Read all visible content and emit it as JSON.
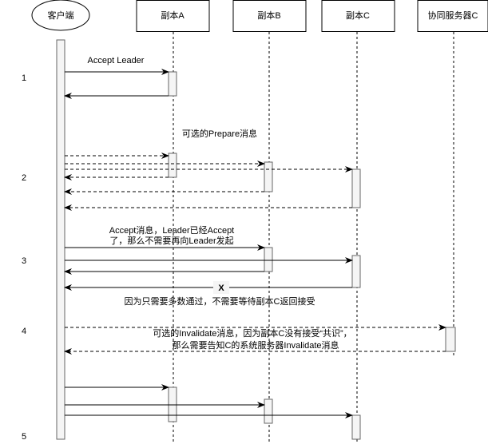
{
  "participants": [
    {
      "id": "client",
      "label": "客户端",
      "shape": "ellipse"
    },
    {
      "id": "A",
      "label": "副本A",
      "shape": "box"
    },
    {
      "id": "B",
      "label": "副本B",
      "shape": "box"
    },
    {
      "id": "C",
      "label": "副本C",
      "shape": "box"
    },
    {
      "id": "S",
      "label": "协同服务器C",
      "shape": "box"
    }
  ],
  "steps": [
    "1",
    "2",
    "3",
    "4",
    "5"
  ],
  "labels": {
    "accept_leader": "Accept Leader",
    "prepare": "可选的Prepare消息",
    "accept_line1": "Accept消息，Leader已经Accept",
    "accept_line2": "了，那么不需要再向Leader发起",
    "x_mark": "X",
    "majority": "因为只需要多数通过，不需要等待副本C返回接受",
    "invalidate_line1": "可选的Invalidate消息，因为副本C没有接受“共识”，",
    "invalidate_line2": "那么需要告知C的系统服务器Invalidate消息"
  },
  "colors": {
    "line": "#000000",
    "activation": "#f5f5f5",
    "bar_stroke": "#666666"
  }
}
